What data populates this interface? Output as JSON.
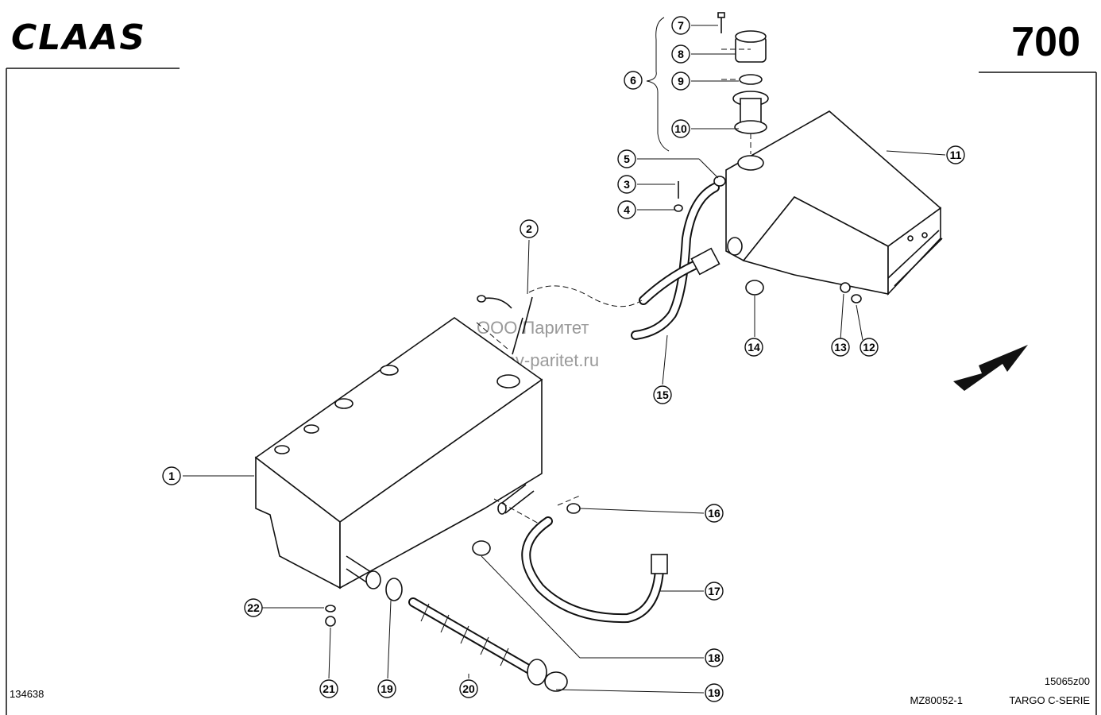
{
  "header": {
    "brand": "CLAAS",
    "page_number": "700"
  },
  "callouts": {
    "c1": "1",
    "c2": "2",
    "c3": "3",
    "c4": "4",
    "c5": "5",
    "c6": "6",
    "c7": "7",
    "c8": "8",
    "c9": "9",
    "c10": "10",
    "c11": "11",
    "c12": "12",
    "c13": "13",
    "c14": "14",
    "c15": "15",
    "c16": "16",
    "c17": "17",
    "c18": "18",
    "c19a": "19",
    "c19b": "19",
    "c20": "20",
    "c21": "21",
    "c22": "22"
  },
  "watermark": {
    "line1": "ООО Паритет",
    "line2": "rostov-paritet.ru"
  },
  "footer": {
    "drawing_id": "134638",
    "code": "MZ80052-1",
    "ref": "15065z00",
    "series": "TARGO C-SERIE"
  }
}
